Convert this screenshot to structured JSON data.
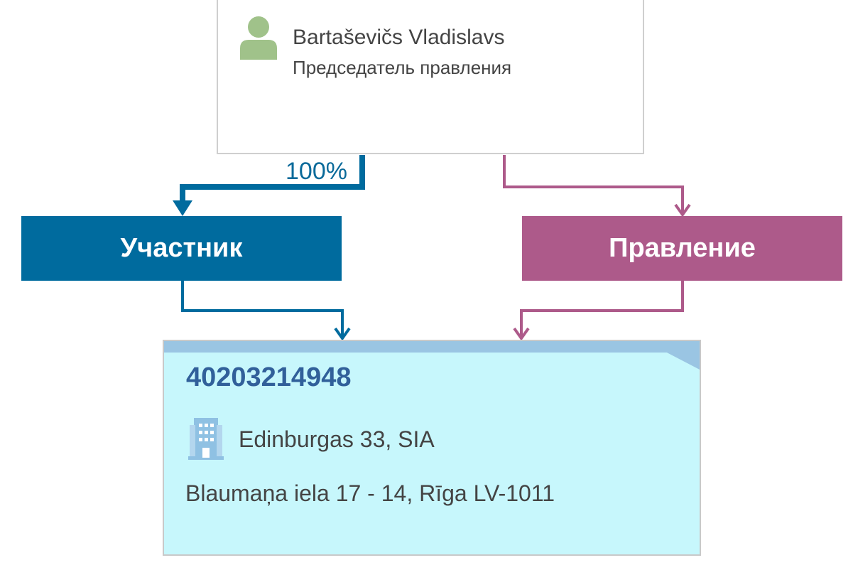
{
  "person": {
    "name": "Bartaševičs Vladislavs",
    "role": "Председатель правления",
    "icon": "person-icon",
    "icon_color": "#a0c28a"
  },
  "share_label": "100%",
  "categories": {
    "member": {
      "label": "Участник",
      "color": "#006b9e"
    },
    "board": {
      "label": "Правление",
      "color": "#ad5a8a"
    }
  },
  "company": {
    "registration_number": "40203214948",
    "name": "Edinburgas 33, SIA",
    "address": "Blaumaņa iela 17 - 14, Rīga LV-1011",
    "icon": "building-icon",
    "icon_color": "#8fc1e3",
    "background": "#c7f7fc"
  }
}
